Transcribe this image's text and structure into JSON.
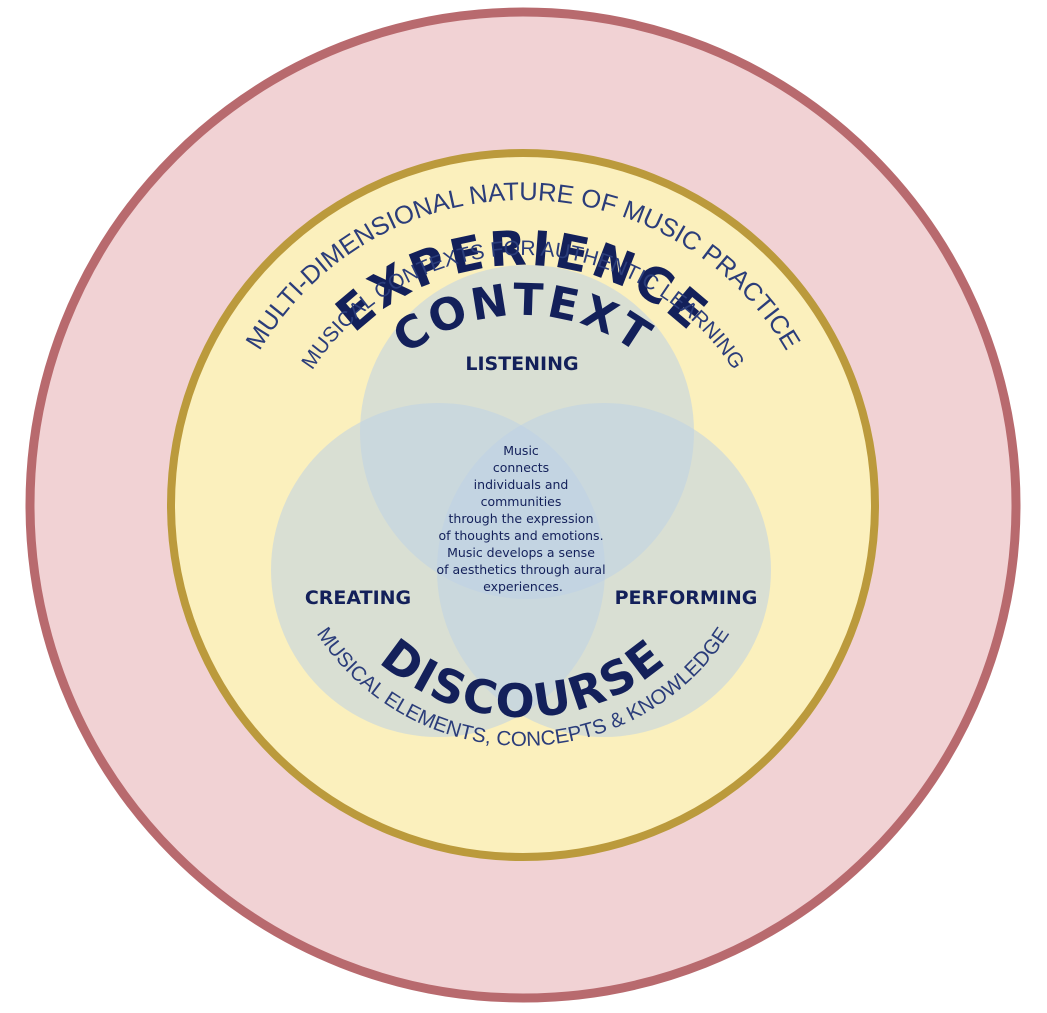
{
  "rings": {
    "outer": {
      "title": "EXPERIENCE",
      "subtitle": "MULTI-DIMENSIONAL NATURE OF MUSIC PRACTICE"
    },
    "inner": {
      "title_top": "CONTEXT",
      "subtitle_top": "MUSICAL CONTEXTS FOR AUTHENTIC LEARNING",
      "title_bottom": "DISCOURSE",
      "subtitle_bottom": "MUSICAL ELEMENTS, CONCEPTS & KNOWLEDGE"
    }
  },
  "venn": {
    "top_label": "LISTENING",
    "left_label": "CREATING",
    "right_label": "PERFORMING",
    "center_lines": [
      "Music",
      "connects",
      "individuals and",
      "communities",
      "through the expression",
      "of thoughts and emotions.",
      "Music develops a sense",
      "of aesthetics through aural",
      "experiences."
    ]
  },
  "colors": {
    "outer_fill": "#f1d2d4",
    "outer_stroke": "#b86a6e",
    "inner_fill": "#fbf0bd",
    "inner_stroke": "#bb9a3c",
    "venn_fill": "#bdd2e6",
    "text_dark": "#13205a",
    "text_sub": "#2b3d7a"
  }
}
